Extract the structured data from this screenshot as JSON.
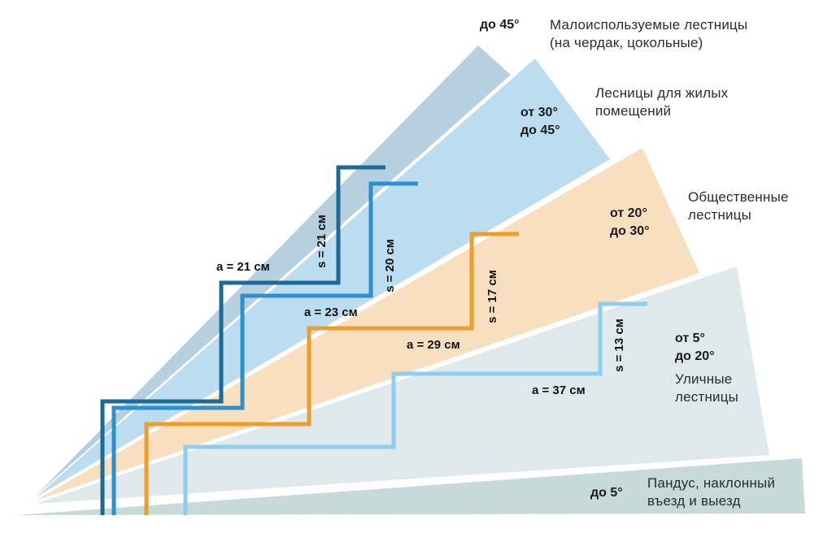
{
  "zones": [
    {
      "id": "attic",
      "angle": "до 45°",
      "description": "Малоиспользуемые лестницы\n(на чердак, цокольные)",
      "color": "#b7d0e0"
    },
    {
      "id": "residential",
      "angle": "от 30°\nдо 45°",
      "description": "Лесницы для жилых\nпомещений",
      "color": "#bcdcf0"
    },
    {
      "id": "public",
      "angle": "от 20°\nдо 30°",
      "description": "Общественные\nлестницы",
      "color": "#f7dfc0"
    },
    {
      "id": "outdoor",
      "angle": "от 5°\nдо 20°",
      "description": "Уличные\nлестницы",
      "color": "#dfe9eb"
    },
    {
      "id": "ramp",
      "angle": "до 5°",
      "description": "Пандус, наклонный\nвъезд и выезд",
      "color": "#c8d9d9"
    }
  ],
  "stairs": [
    {
      "id": "stair-attic",
      "tread": "a = 21 см",
      "riser": "s = 21 см",
      "color": "#1c6a97"
    },
    {
      "id": "stair-residential",
      "tread": "a = 23 см",
      "riser": "s = 20 см",
      "color": "#2b8fd0"
    },
    {
      "id": "stair-public",
      "tread": "a = 29 см",
      "riser": "s = 17 см",
      "color": "#ee9d2c"
    },
    {
      "id": "stair-outdoor",
      "tread": "a = 37 см",
      "riser": "s = 13 см",
      "color": "#8ecdee"
    }
  ]
}
